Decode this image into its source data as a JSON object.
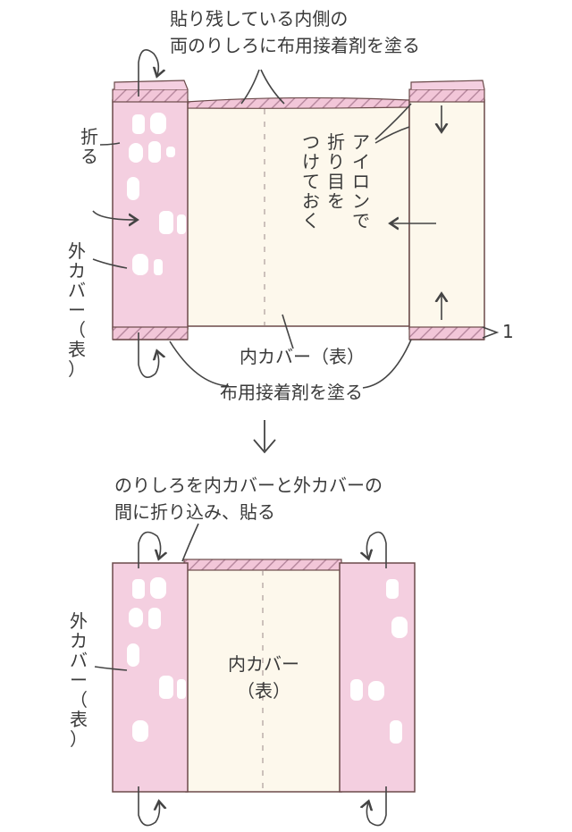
{
  "colors": {
    "outer_pink": "#f4cfe0",
    "inner_cream": "#fdf8ec",
    "hatch": "#c69ab0",
    "stroke": "#6b4a4a",
    "text": "#3a3a3a",
    "pattern_white": "#ffffff"
  },
  "step1": {
    "top_label_line1": "貼り残している内側の",
    "top_label_line2": "両のりしろに布用接着剤を塗る",
    "fold_label": [
      "折",
      "る"
    ],
    "outer_cover_label": [
      "外",
      "カ",
      "バ",
      "ー",
      "（",
      "表",
      "）"
    ],
    "iron_label_col1": [
      "ア",
      "イ",
      "ロ",
      "ン",
      "で"
    ],
    "iron_label_col2": [
      "折",
      "り",
      "目",
      "を"
    ],
    "iron_label_col3": [
      "つ",
      "け",
      "て",
      "お",
      "く"
    ],
    "margin_number": "1",
    "inner_cover_label": "内カバー（表）",
    "glue_label": "布用接着剤を塗る"
  },
  "step2": {
    "top_label_line1": "のりしろを内カバーと外カバーの",
    "top_label_line2": "間に折り込み、貼る",
    "outer_cover_label": [
      "外",
      "カ",
      "バ",
      "ー",
      "（",
      "表",
      "）"
    ],
    "inner_cover_label_line1": "内カバー",
    "inner_cover_label_line2": "（表）"
  },
  "between_arrow": "down-arrow-icon"
}
